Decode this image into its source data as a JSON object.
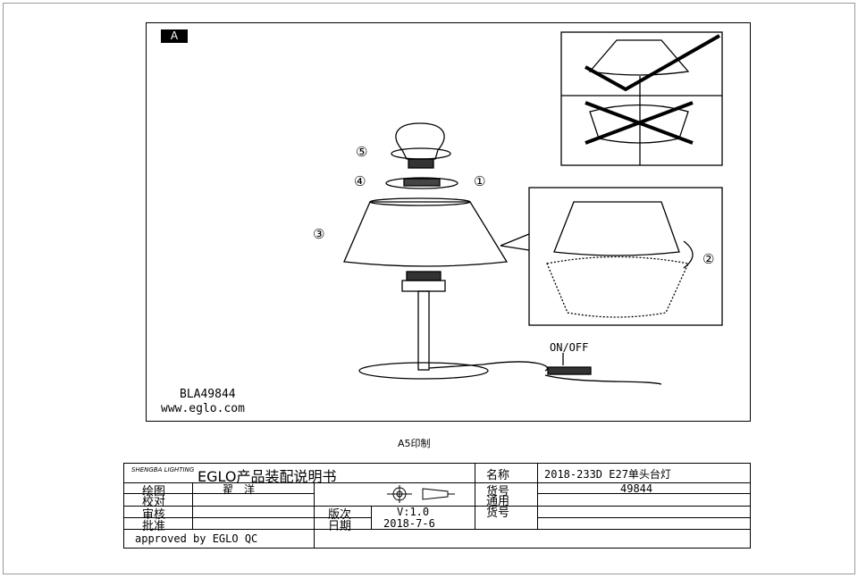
{
  "figure": {
    "label": "A",
    "steps": [
      "⑤",
      "④",
      "①",
      "③",
      "②"
    ],
    "switch_label": "ON/OFF",
    "model": "BLA49844",
    "website": "www.eglo.com"
  },
  "print_note": "A5印制",
  "title_block": {
    "logo_text": "SHENGBA LIGHTING",
    "title": "EGLO产品装配说明书",
    "name_label": "名称",
    "name_value": "2018-233D E27单头台灯",
    "drawn_label": "绘图",
    "drawn_value": "翟　洋",
    "item_label": "货号",
    "item_value": "49844",
    "check_label": "校对",
    "review_label": "审核",
    "version_label": "版次",
    "version_value": "V:1.0",
    "common_label": "通用\n货号",
    "approve_label": "批准",
    "date_label": "日期",
    "date_value": "2018-7-6",
    "approved_by": "approved by EGLO QC"
  }
}
